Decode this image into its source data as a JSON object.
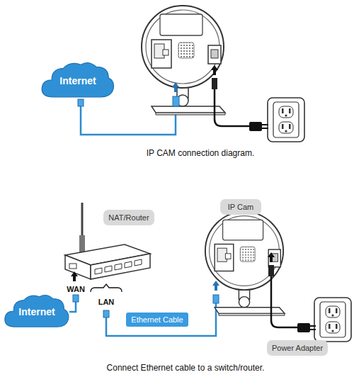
{
  "diagram": {
    "nodes": [
      {
        "text": [
          "Internet"
        ]
      },
      {
        "text": [
          "NAT/Router"
        ]
      },
      {
        "text": [
          "IP Cam"
        ]
      },
      {
        "text": [
          "Internet"
        ]
      },
      {
        "text": [
          "Ethernet Cable"
        ]
      },
      {
        "text": [
          "Power Adapter"
        ]
      }
    ],
    "labels": [
      "IP CAM connection diagram.",
      "WAN",
      "LAN",
      "Connect Ethernet cable to a switch/router."
    ]
  }
}
